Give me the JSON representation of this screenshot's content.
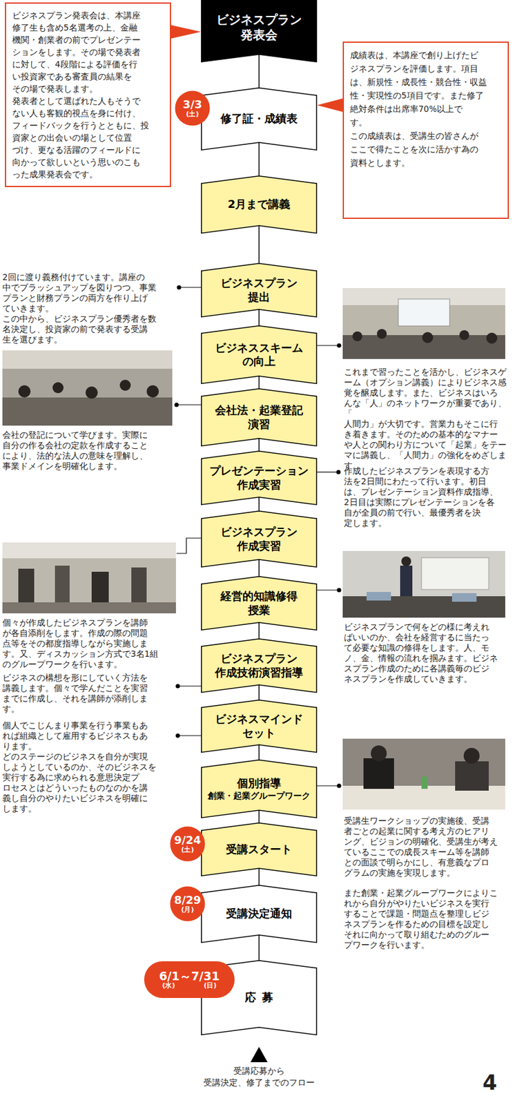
{
  "diagram": {
    "caption": "受講応募から 受講決定、修了までのフロー",
    "nodes": [
      {
        "text": [
          "ビジネスプラン発表会は、本講座 修了生も含め5名選考の上、金融 機関・創業者の前でプレゼンテー ションをします。その場で発表者 に対して、4段階による評価を行 い投資家である審査員の結果を その場で発表します。 発表者として選ばれた人もそうで ない人も客観的視点を身に付け、 フィードバックを行うとともに、投 資家との出会いの場として位置 づけ、更なる活躍のフィールドに 向かって欲しいという思いのこも った成果発表会です。"
        ]
      },
      {
        "text": [
          "ビジネスプラン 発表会"
        ]
      },
      {
        "text": [
          "成績表は、本講座で創り上げたビ ジネスプランを評価します。項目 は、新規性・成長性・競合性・収益 性・実現性の5項目です。また修了 絶対条件は出席率70%以上で す。 この成績表は、受講生の皆さんが ここで得たことを次に活かす為の 資料とします。"
        ]
      },
      {
        "text": [
          "3/3",
          "(土)"
        ]
      },
      {
        "text": [
          "修了証・成績表"
        ]
      },
      {
        "text": [
          "2月まで講義"
        ]
      },
      {
        "text": [
          "ビジネスプラン 提出"
        ]
      },
      {
        "text": [
          "ビジネススキーム の向上"
        ]
      },
      {
        "text": [
          "会社法・起業登記 演習"
        ]
      },
      {
        "text": [
          "プレゼンテーション 作成実習"
        ]
      },
      {
        "text": [
          "ビジネスプラン 作成実習"
        ]
      },
      {
        "text": [
          "経営的知識修得 授業"
        ]
      },
      {
        "text": [
          "ビジネスプラン 作成技術演習指導"
        ]
      },
      {
        "text": [
          "ビジネスマインド セット"
        ]
      },
      {
        "text": [
          "個別指導",
          "創業・起業グループワーク"
        ]
      },
      {
        "text": [
          "9/24",
          "(土)"
        ]
      },
      {
        "text": [
          "受講スタート"
        ]
      },
      {
        "text": [
          "8/29",
          "(月)"
        ]
      },
      {
        "text": [
          "受講決定通知"
        ]
      },
      {
        "text": [
          "6/1～7/31",
          "(水)",
          "(日)"
        ]
      },
      {
        "text": [
          "応募"
        ]
      }
    ],
    "edges": [
      {
        "from": 0,
        "to": 1,
        "arrow": "to"
      },
      {
        "from": 2,
        "to": 4,
        "arrow": "to"
      },
      {
        "from": 20,
        "to": 18,
        "arrow": "none"
      },
      {
        "from": 18,
        "to": 16,
        "arrow": "none"
      },
      {
        "from": 16,
        "to": 14,
        "arrow": "none"
      },
      {
        "from": 14,
        "to": 13,
        "arrow": "none"
      },
      {
        "from": 13,
        "to": 12,
        "arrow": "none"
      },
      {
        "from": 12,
        "to": 11,
        "arrow": "none"
      },
      {
        "from": 11,
        "to": 10,
        "arrow": "none"
      },
      {
        "from": 10,
        "to": 9,
        "arrow": "none"
      },
      {
        "from": 9,
        "to": 8,
        "arrow": "none"
      },
      {
        "from": 8,
        "to": 7,
        "arrow": "none"
      },
      {
        "from": 7,
        "to": 6,
        "arrow": "none"
      },
      {
        "from": 6,
        "to": 5,
        "arrow": "none"
      },
      {
        "from": 5,
        "to": 4,
        "arrow": "none"
      },
      {
        "from": 4,
        "to": 1,
        "arrow": "none"
      }
    ],
    "labels": [
      "2回に渡り義務付けています。講座の 中でブラッシュアップを図りつつ、事業 プランと財務プランの両方を作り上げ ていきます。 この中から、ビジネスプラン優秀者を数 名決定し、投資家の前で発表する受講 生を選びます。",
      "これまで習ったことを活かし、ビジネスゲ ーム（オプション講義）によりビジネス感 覚を醸成します。また、ビジネスはいろ んな「人」のネットワークが重要であり、「 人間力」が大切です。営業力もそこに行 き着きます。そのための基本的なマナー や人との関わり方について「起業」をテー マに講義し、「人間力」の強化をめざしま す。",
      "会社の登記について学びます。実際に 自分の作る会社の定款を作成すること により、法的な法人の意味を理解し、 事業ドメインを明確化します。",
      "作成したビジネスプランを表現する方 法を2日間にわたって行います。初日 は、プレゼンテーション資料作成指導、 2日目は実際にプレゼンテーションを各 自が全員の前で行い、最優秀者を決 定します。",
      "個々が作成したビジネスプランを講師 が各自添削をします。作成の際の問題 点等をその都度指導しながら実施しま す。又、ディスカッション方式で3名1組 のグループワークを行います。",
      "ビジネスプランで何をどの様に考えれ ばいいのか、会社を経営するに当たっ て必要な知識の修得をします。人、モ ノ、金、情報の流れを掴みます。ビジネ スプラン作成のために各講義毎のビジ ネスプランを作成していきます。",
      "ビジネスの構想を形にしていく方法を 講義します。個々で学んだことを実習 までに作成し、それを講師が添削しま す。",
      "個人でこじんまり事業を行う事業もあ れば組織として雇用するビジネスもあ ります。 どのステージのビジネスを自分が実現 しようとしているのか、そのビジネスを 実行する為に求められる意思決定プ ロセスとはどういったものなのかを講 義し自分のやりたいビジネスを明確に します。",
      "受講生ワークショップの実施後、受講 者ごとの起業に関する考え方のヒアリ ング、ビジョンの明確化、受講生が考え ているここでの成長スキーム等を講師 との面談で明らかにし、有意義なプロ グラムの実施を実現します。",
      "また創業・起業グループワークによりこ れから自分がやりたいビジネスを実行 することで課題・問題点を整理しビジ ネスプランを作るための目標を設定し それに向かって取り組むためのグルー プワークを行います。",
      "4"
    ]
  }
}
